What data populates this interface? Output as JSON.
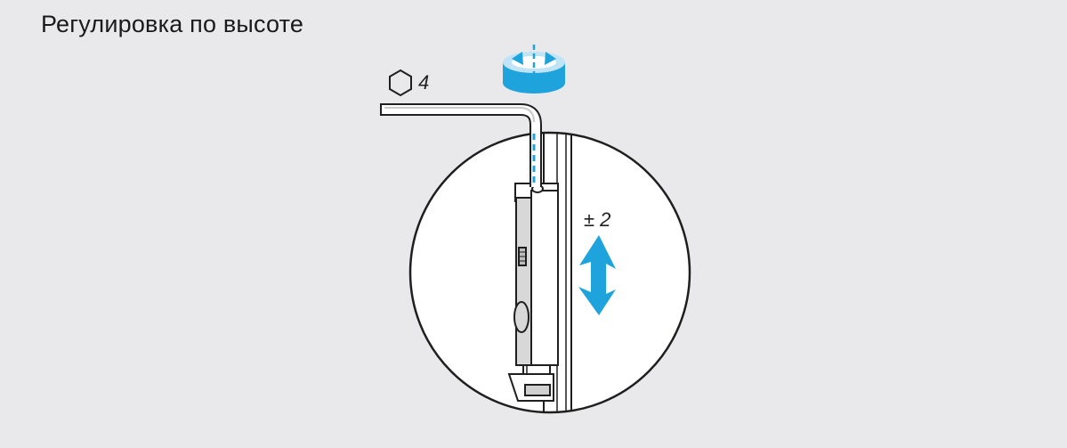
{
  "title": "Регулировка по высоте",
  "tool": {
    "icon": "hexagon-icon",
    "size_label": "4"
  },
  "adjustment": {
    "label": "± 2",
    "icon": "up-down-arrow-icon"
  },
  "rotation": {
    "icon": "rotate-icon"
  },
  "colors": {
    "accent": "#1fa3dc",
    "line": "#1f1f1f",
    "bg": "#e9e9eb"
  }
}
